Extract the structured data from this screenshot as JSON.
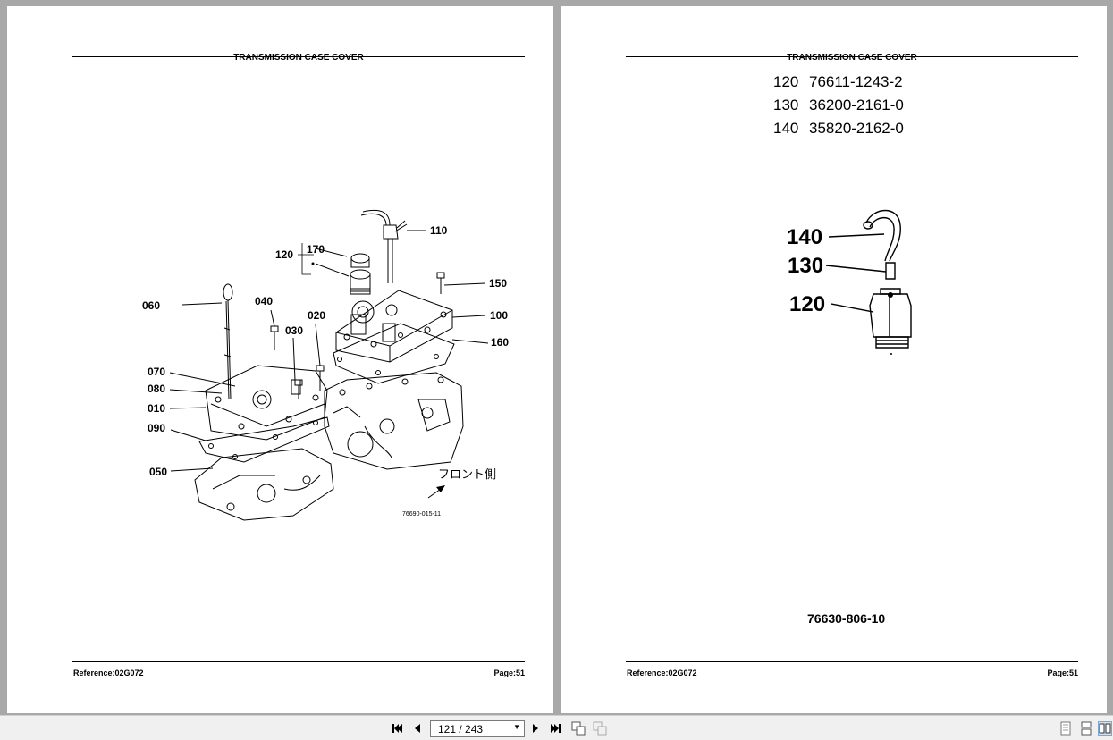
{
  "document": {
    "left_page": {
      "title": "TRANSMISSION CASE COVER",
      "footer_left": "Reference:02G072",
      "footer_right": "Page:51",
      "callouts": [
        "110",
        "170",
        "120",
        "150",
        "060",
        "040",
        "020",
        "100",
        "030",
        "160",
        "070",
        "080",
        "010",
        "090",
        "050"
      ],
      "annotation_jp": "フロント側",
      "drawing_no": "76690-015-11"
    },
    "right_page": {
      "title": "TRANSMISSION CASE COVER",
      "parts": [
        {
          "no": "120",
          "part": "76611-1243-2"
        },
        {
          "no": "130",
          "part": "36200-2161-0"
        },
        {
          "no": "140",
          "part": "35820-2162-0"
        }
      ],
      "callouts": [
        "140",
        "130",
        "120"
      ],
      "drawing_no": "76630-806-10",
      "footer_left": "Reference:02G072",
      "footer_right": "Page:51"
    }
  },
  "toolbar": {
    "page_indicator": "121 / 243",
    "icons": [
      "first-page-icon",
      "prev-page-icon",
      "next-page-icon",
      "last-page-icon",
      "rotate-icon",
      "rotate-disabled-icon",
      "single-page-icon",
      "continuous-page-icon",
      "two-page-icon"
    ]
  }
}
